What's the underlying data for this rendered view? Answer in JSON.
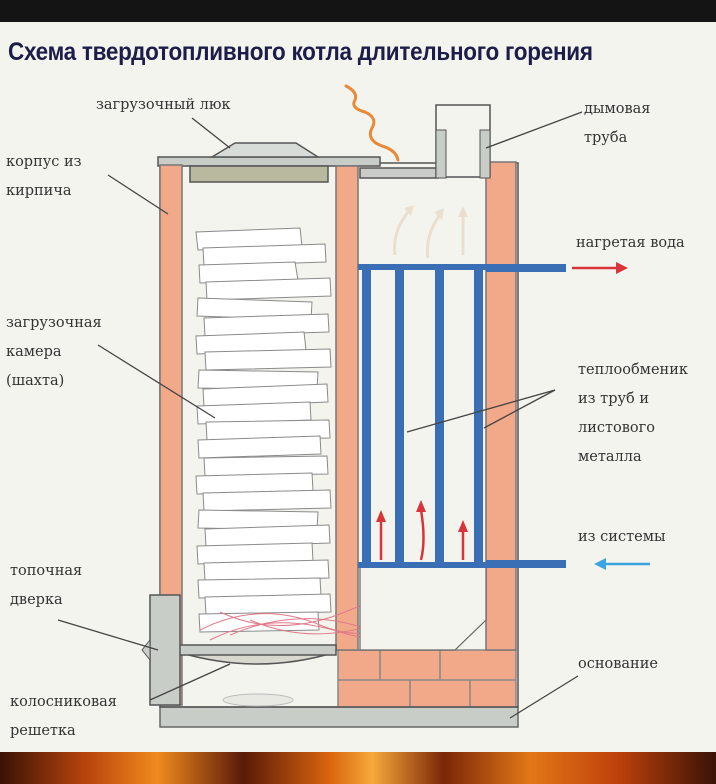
{
  "title": "Схема твердотопливного котла длительного горения",
  "labels": {
    "loading_hatch": "загрузочный люк",
    "brick_body": "корпус из\nкирпича",
    "chimney": "дымовая\nтруба",
    "hot_water": "нагретая вода",
    "loading_chamber": "загрузочная\nкамера\n(шахта)",
    "heat_exchanger": "теплообменик\nиз труб и\nлистового\nметалла",
    "from_system": "из системы",
    "firebox_door": "топочная\nдверка",
    "base": "основание",
    "grate": "колосниковая\nрешетка"
  },
  "colors": {
    "brick": "#f2a98a",
    "steel": "#c8cdc8",
    "pipe": "#3a6fb5",
    "hot_arrow": "#d9343a",
    "cold_arrow": "#3aa6e0",
    "accent_mark": "#e98a3a"
  }
}
